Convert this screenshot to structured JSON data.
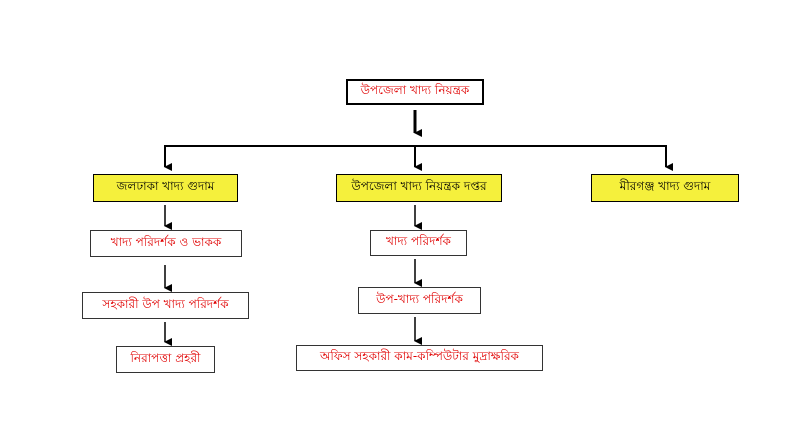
{
  "root": {
    "label": "উপজেলা খাদ্য নিয়ন্ত্রক"
  },
  "branches": [
    {
      "label": "জলঢাকা খাদ্য গুদাম",
      "children": [
        "খাদ্য পরিদর্শক ও ভাকক",
        "সহকারী উপ খাদ্য পরিদর্শক",
        "নিরাপত্তা প্রহরী"
      ]
    },
    {
      "label": "উপজেলা খাদ্য নিয়ন্ত্রক দপ্তর",
      "children": [
        "খাদ্য পরিদর্শক",
        "উপ-খাদ্য পরিদর্শক",
        "অফিস সহকারী কাম-কম্পিউটার মুদ্রাক্ষরিক"
      ]
    },
    {
      "label": "মীরগঞ্জ খাদ্য গুদাম",
      "children": []
    }
  ],
  "colors": {
    "node_text": "#e00000",
    "branch_fill": "#f5f03c"
  }
}
